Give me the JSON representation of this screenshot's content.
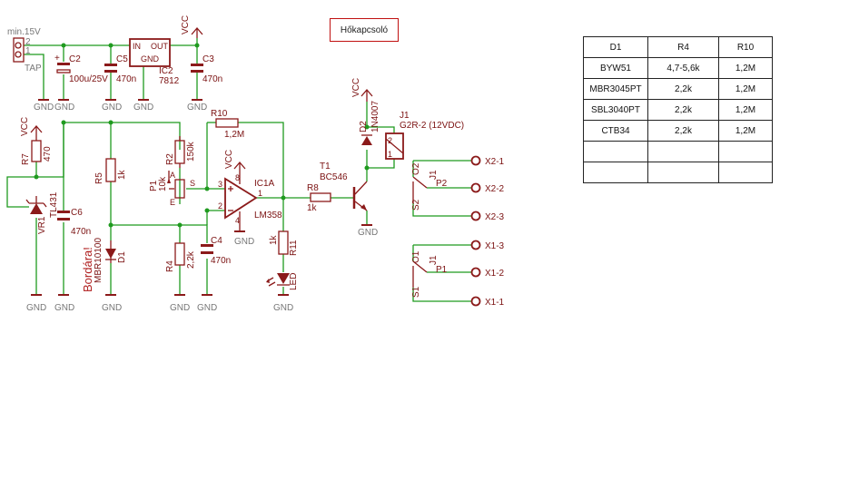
{
  "title": "Hőkapcsoló",
  "table": {
    "headers": [
      "D1",
      "R4",
      "R10"
    ],
    "rows": [
      [
        "BYW51",
        "4,7-5,6k",
        "1,2M"
      ],
      [
        "MBR3045PT",
        "2,2k",
        "1,2M"
      ],
      [
        "SBL3040PT",
        "2,2k",
        "1,2M"
      ],
      [
        "CTB34",
        "2,2k",
        "1,2M"
      ],
      [
        "",
        "",
        ""
      ],
      [
        "",
        "",
        ""
      ]
    ]
  },
  "labels": {
    "min15v": "min.15V",
    "tap": "TAP",
    "c2": "C2",
    "c2_val": "100u/25V",
    "c5": "C5",
    "c5_val": "470n",
    "ic2": "IC2",
    "ic2_val": "7812",
    "in": "IN",
    "out": "OUT",
    "gnd_pin": "GND",
    "c3": "C3",
    "c3_val": "470n",
    "vcc": "VCC",
    "r10": "R10",
    "r10_val": "1,2M",
    "r7": "R7",
    "r7_val": "470",
    "vr1": "VR1",
    "vr1_val": "TL431",
    "c6": "C6",
    "c6_val": "470n",
    "r5": "R5",
    "r5_val": "1k",
    "d1": "D1",
    "d1_val": "MBR10100",
    "bordara": "Bordára!",
    "r2": "R2",
    "r2_val": "150k",
    "p1": "P1",
    "p1_val": "10k",
    "pin_a": "A",
    "pin_e": "E",
    "pin_s": "S",
    "r4": "R4",
    "r4_val": "2,2k",
    "c4": "C4",
    "c4_val": "470n",
    "ic1a": "IC1A",
    "ic1a_val": "LM358",
    "pin3": "3",
    "pin2": "2",
    "pin1": "1",
    "pin8": "8",
    "pin4": "4",
    "r8": "R8",
    "r8_val": "1k",
    "r11": "R11",
    "r11_val": "1k",
    "led": "LED",
    "t1": "T1",
    "t1_val": "BC546",
    "d2": "D2",
    "d2_val": "1N4007",
    "j1": "J1",
    "j1_val": "G2R-2 (12VDC)",
    "coil1": "1",
    "coil2": "2",
    "o2": "O2",
    "s2": "S2",
    "p2": "P2",
    "o1": "O1",
    "s1": "S1",
    "p1_contact": "P1",
    "x2_1": "X2-1",
    "x2_2": "X2-2",
    "x2_3": "X2-3",
    "x1_3": "X1-3",
    "x1_2": "X1-2",
    "x1_1": "X1-1",
    "gnd": "GND",
    "pin_2": "2",
    "pin_1": "1",
    "plus": "+"
  },
  "colors": {
    "wire": "#1f9a1f",
    "component": "#8b1a1a",
    "gnd_text": "#777777",
    "title_border": "#c01010"
  }
}
